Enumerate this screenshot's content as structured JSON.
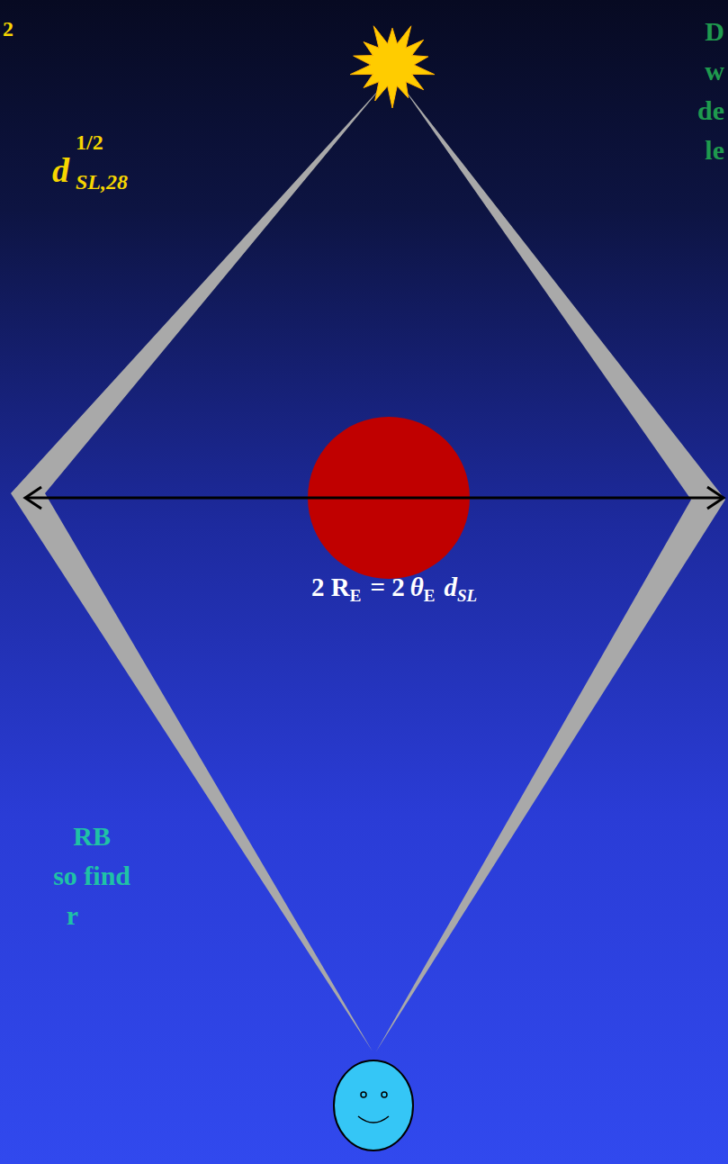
{
  "diagram": {
    "labels": [
      "2",
      "d",
      "1/2",
      "SL,28",
      "D",
      "w",
      "de",
      "le",
      "2 R",
      "E",
      "= 2",
      "θ",
      "E",
      "d",
      "SL",
      "RB",
      "so find",
      "r"
    ]
  }
}
